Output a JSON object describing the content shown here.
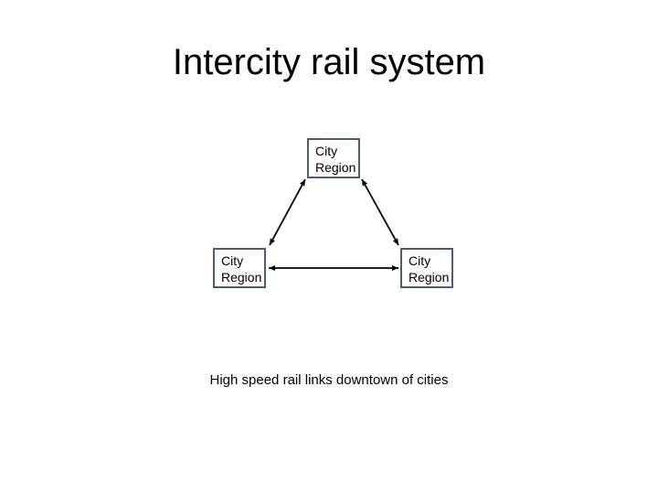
{
  "title": "Intercity rail system",
  "nodes": {
    "top": {
      "line1": "City",
      "line2": "Region"
    },
    "left": {
      "line1": "City",
      "line2": "Region"
    },
    "right": {
      "line1": "City",
      "line2": "Region"
    }
  },
  "caption": "High speed rail links downtown of cities",
  "colors": {
    "node_border": "#4a5f75",
    "connector": "#000000"
  }
}
